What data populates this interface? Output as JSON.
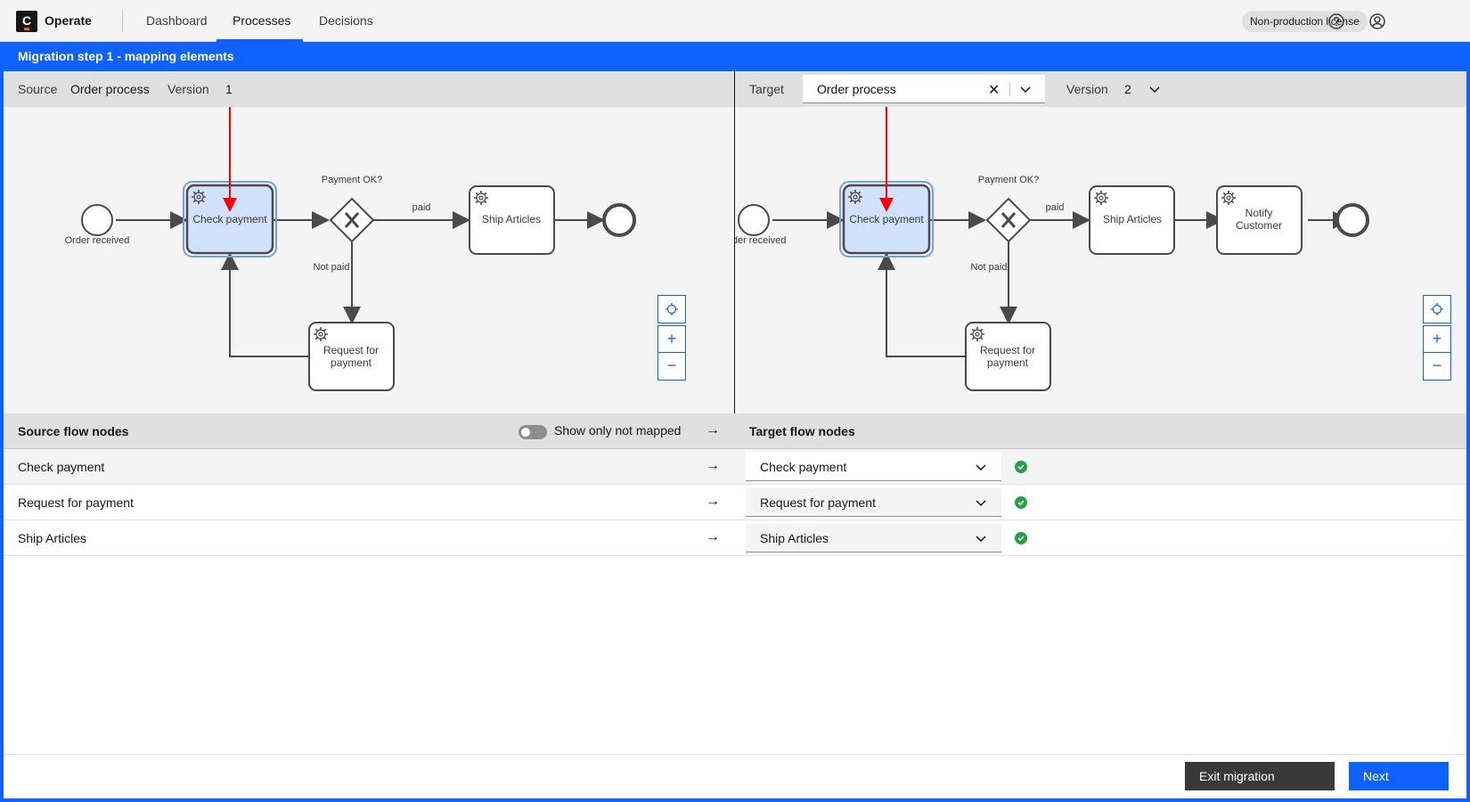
{
  "app": {
    "name": "Operate",
    "logo_letter": "C"
  },
  "nav": {
    "items": [
      {
        "label": "Dashboard"
      },
      {
        "label": "Processes"
      },
      {
        "label": "Decisions"
      }
    ],
    "active": "Processes"
  },
  "header": {
    "license": "Non-production license",
    "icons": [
      "help-icon",
      "user-icon"
    ]
  },
  "banner": {
    "title": "Migration step 1 - mapping elements"
  },
  "source": {
    "label": "Source",
    "process": "Order process",
    "version_label": "Version",
    "version": "1",
    "diagram": {
      "start_label": "Order received",
      "task_check": "Check payment",
      "gateway_label": "Payment OK?",
      "flow_paid": "paid",
      "flow_not_paid": "Not paid",
      "task_ship": "Ship Articles",
      "task_request": [
        "Request for",
        "payment"
      ]
    }
  },
  "target": {
    "label": "Target",
    "process": "Order process",
    "version_label": "Version",
    "version": "2",
    "diagram": {
      "start_label": "Order received",
      "task_check": "Check payment",
      "gateway_label": "Payment OK?",
      "flow_paid": "paid",
      "flow_not_paid": "Not paid",
      "task_ship": "Ship Articles",
      "task_notify": [
        "Notify",
        "Customer"
      ],
      "task_request": [
        "Request for",
        "payment"
      ]
    }
  },
  "zoom_controls": {
    "reset": "◎",
    "zoom_in": "+",
    "zoom_out": "−"
  },
  "table": {
    "source_header": "Source flow nodes",
    "toggle_label": "Show only not mapped",
    "toggle_on": false,
    "target_header": "Target flow nodes",
    "rows": [
      {
        "source": "Check payment",
        "target": "Check payment",
        "selected": true
      },
      {
        "source": "Request for payment",
        "target": "Request for payment",
        "selected": false
      },
      {
        "source": "Ship Articles",
        "target": "Ship Articles",
        "selected": false
      }
    ]
  },
  "footer": {
    "exit_label": "Exit migration",
    "next_label": "Next"
  },
  "colors": {
    "accent": "#0f62fe",
    "success": "#24a148",
    "annotation_arrow": "#ff0000",
    "selected_task": "#d0e2ff"
  }
}
